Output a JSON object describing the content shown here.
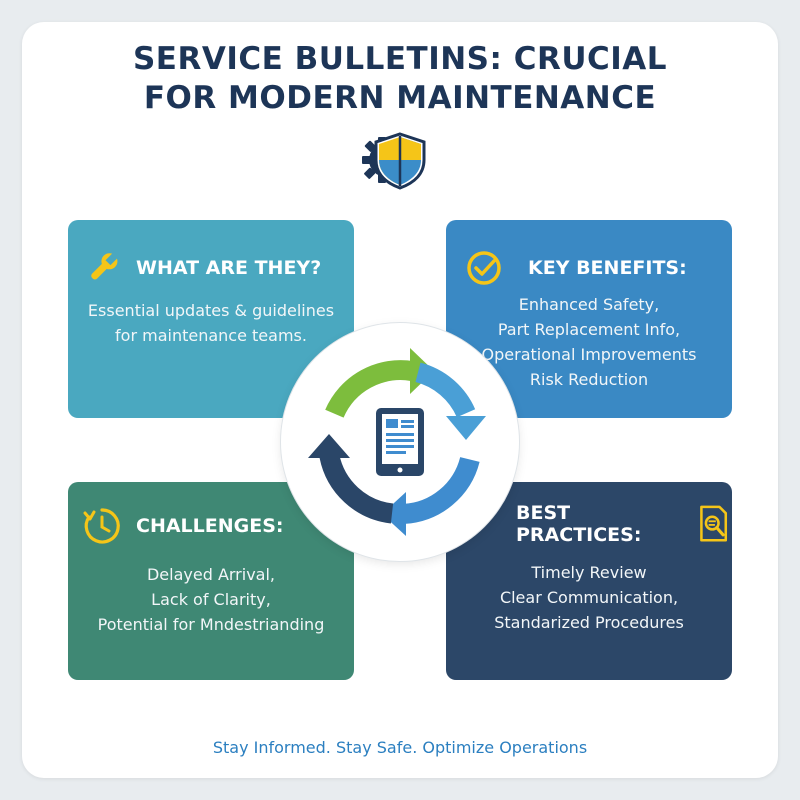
{
  "title": {
    "line1": "SERVICE BULLETINS: CRUCIAL",
    "line2": "FOR MODERN MAINTENANCE"
  },
  "icons": {
    "title": "gear-shield-icon",
    "center": "tablet-document-icon",
    "what": "wrench-icon",
    "benefits": "checkmark-circle-icon",
    "challenges": "clock-icon",
    "practices": "document-magnifier-icon"
  },
  "colors": {
    "title": "#1d3557",
    "what": "#4aa8c0",
    "benefits": "#3a89c4",
    "challenges": "#3f8874",
    "practices": "#2c4768",
    "accent_yellow": "#f5c518",
    "arrow_green": "#7dbd3d",
    "arrow_blue": "#3f8ccf",
    "arrow_navy": "#2a4668"
  },
  "sections": {
    "what": {
      "heading": "WHAT ARE THEY?",
      "lines": [
        "Essential updates & guidelines",
        "for maintenance teams."
      ]
    },
    "benefits": {
      "heading": "KEY BENEFITS:",
      "lines": [
        "Enhanced Safety,",
        "Part Replacement Info,",
        "Operational Improvements",
        "Risk Reduction"
      ]
    },
    "challenges": {
      "heading": "CHALLENGES:",
      "lines": [
        "Delayed Arrival,",
        "Lack of Clarity,",
        "Potential for Mndestrianding"
      ]
    },
    "practices": {
      "heading": "BEST PRACTICES:",
      "lines": [
        "Timely Review",
        "Clear Communication,",
        "Standarized Procedures"
      ]
    }
  },
  "tagline": "Stay Informed. Stay Safe. Optimize Operations"
}
